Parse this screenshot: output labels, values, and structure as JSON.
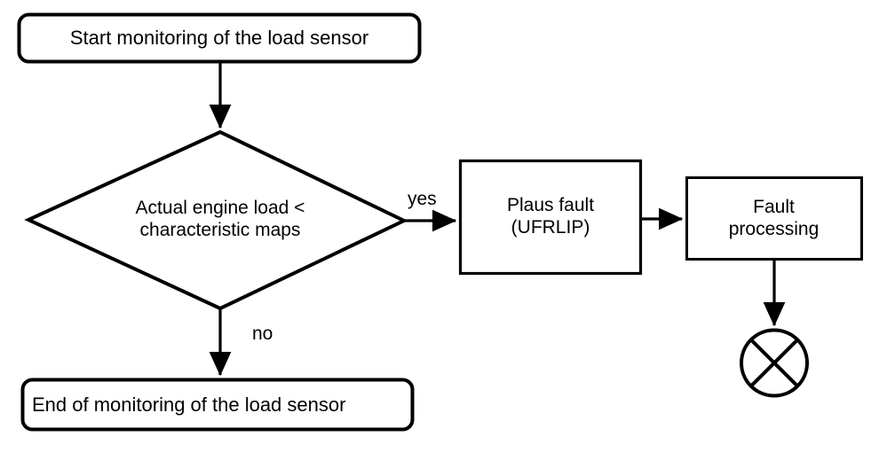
{
  "diagram": {
    "type": "flowchart",
    "title": "Load sensor monitoring flowchart",
    "background_color": "#ffffff",
    "stroke_color": "#000000",
    "nodes": {
      "start": {
        "shape": "rounded-rectangle",
        "label": "Start monitoring of the load sensor"
      },
      "decision": {
        "shape": "diamond",
        "label": "Actual engine load <\ncharacteristic maps"
      },
      "plaus_fault": {
        "shape": "rectangle",
        "label": "Plaus fault\n(UFRLIP)"
      },
      "fault_processing": {
        "shape": "rectangle",
        "label": "Fault\nprocessing"
      },
      "terminator_circle": {
        "shape": "circle-with-cross",
        "label": ""
      },
      "end": {
        "shape": "rounded-rectangle",
        "label": "End of monitoring of the load sensor"
      }
    },
    "edges": {
      "start_to_decision": {
        "label": ""
      },
      "decision_to_plaus": {
        "label": "yes"
      },
      "plaus_to_processing": {
        "label": ""
      },
      "processing_to_circle": {
        "label": ""
      },
      "decision_to_end": {
        "label": "no"
      }
    }
  }
}
